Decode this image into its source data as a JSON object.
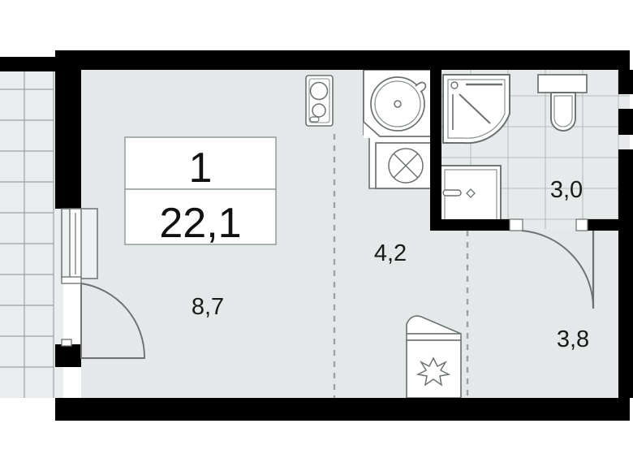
{
  "plan": {
    "type": "floor-plan",
    "title_badge": {
      "rooms": "1",
      "total_area": "22,1"
    },
    "colors": {
      "wall": "#000000",
      "floor": "#e4e8e8",
      "tile_floor": "#e6eaea",
      "fixture_fill": "#ffffff",
      "fixture_stroke": "#6b7070",
      "badge_bg": "#ffffff",
      "badge_border": "#9aa0a0",
      "dashed_line": "#9aa2a2",
      "text": "#1a1a1a",
      "page_bg": "#ffffff"
    },
    "rooms": [
      {
        "name": "living-room",
        "label": "8,7"
      },
      {
        "name": "kitchen",
        "label": "4,2"
      },
      {
        "name": "bathroom",
        "label": "3,0"
      },
      {
        "name": "hallway",
        "label": "3,8"
      }
    ],
    "fixtures": [
      {
        "name": "stove-hob",
        "room": "kitchen"
      },
      {
        "name": "kitchen-sink",
        "room": "kitchen"
      },
      {
        "name": "washing-machine",
        "room": "kitchen"
      },
      {
        "name": "corner-shower",
        "room": "bathroom"
      },
      {
        "name": "toilet",
        "room": "bathroom"
      },
      {
        "name": "bathroom-vanity",
        "room": "bathroom"
      },
      {
        "name": "wardrobe-closet",
        "room": "hallway"
      }
    ],
    "openings": [
      {
        "name": "balcony-door",
        "swing": "into-living"
      },
      {
        "name": "balcony-window"
      },
      {
        "name": "bathroom-door",
        "swing": "into-hallway"
      },
      {
        "name": "entry-door"
      }
    ],
    "balcony": {
      "name": "balcony",
      "pattern": "tiled-grid"
    }
  }
}
